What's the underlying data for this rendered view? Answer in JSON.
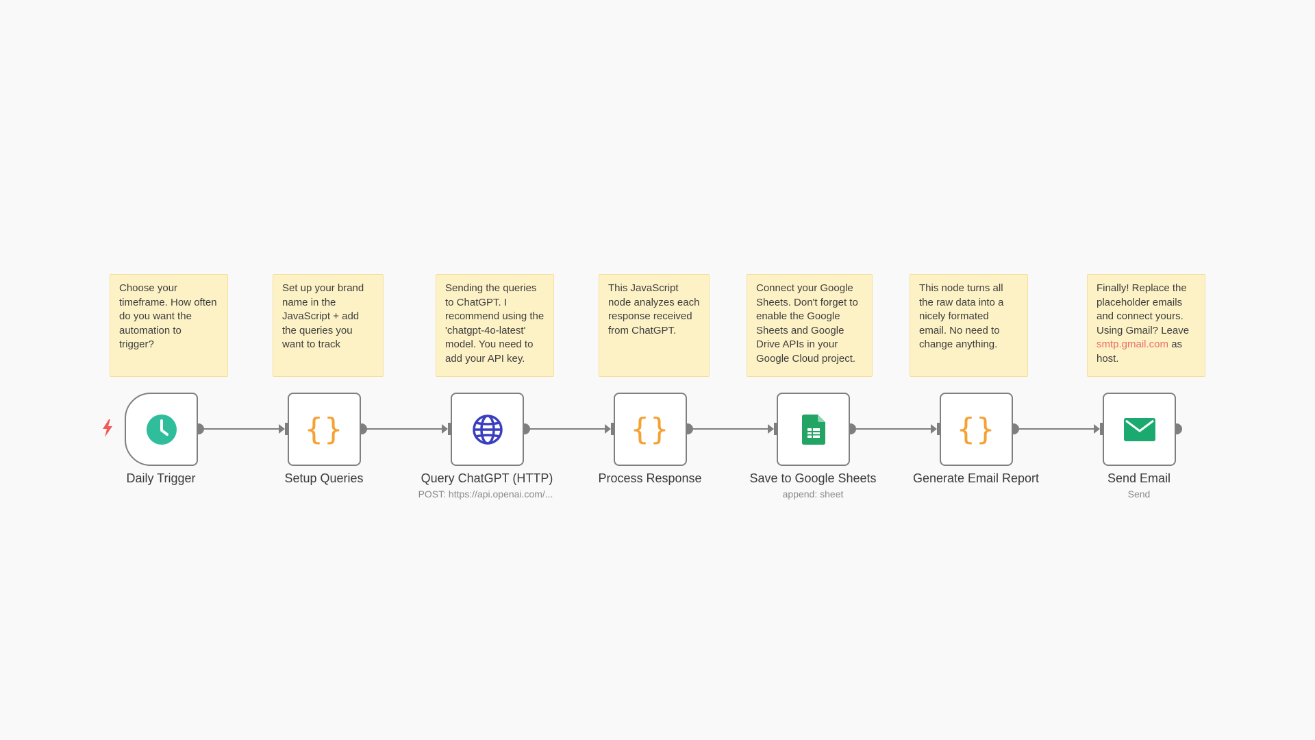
{
  "colors": {
    "canvas_bg": "#f9f9f9",
    "sticky_bg": "#fdf2c6",
    "node_border": "#7f7f7f",
    "connector": "#7f7f7f",
    "clock": "#2fbd9b",
    "braces": "#f4a233",
    "globe": "#3a3fbf",
    "sheets": "#21a464",
    "email": "#1aaa6f",
    "bolt": "#ef5b5b",
    "link": "#ea6d6d"
  },
  "notes": [
    {
      "text": "Choose your timeframe. How often do you want the automation to trigger?"
    },
    {
      "text": "Set up your brand name in the JavaScript + add the queries you want to track"
    },
    {
      "text": "Sending the queries to ChatGPT. I recommend using the 'chatgpt-4o-latest' model. You need to add your API key."
    },
    {
      "text": "This JavaScript node analyzes each response received from ChatGPT."
    },
    {
      "text": "Connect your Google Sheets. Don't forget to enable the Google Sheets and Google Drive APIs in your Google Cloud project."
    },
    {
      "text": "This node turns all the raw data into a nicely formated email. No need to change anything."
    },
    {
      "text_before": "Finally! Replace the placeholder emails and connect yours. Using Gmail? Leave ",
      "link": "smtp.gmail.com",
      "text_after": " as host."
    }
  ],
  "nodes": [
    {
      "title": "Daily Trigger",
      "subtitle": "",
      "icon": "clock-icon"
    },
    {
      "title": "Setup Queries",
      "subtitle": "",
      "icon": "code-braces-icon"
    },
    {
      "title": "Query ChatGPT (HTTP)",
      "subtitle": "POST: https://api.openai.com/...",
      "icon": "globe-icon"
    },
    {
      "title": "Process Response",
      "subtitle": "",
      "icon": "code-braces-icon"
    },
    {
      "title": "Save to Google Sheets",
      "subtitle": "append: sheet",
      "icon": "google-sheets-icon"
    },
    {
      "title": "Generate Email Report",
      "subtitle": "",
      "icon": "code-braces-icon"
    },
    {
      "title": "Send Email",
      "subtitle": "Send",
      "icon": "envelope-icon"
    }
  ],
  "braces_glyph": "{}",
  "trigger_icon": "lightning-bolt-icon"
}
